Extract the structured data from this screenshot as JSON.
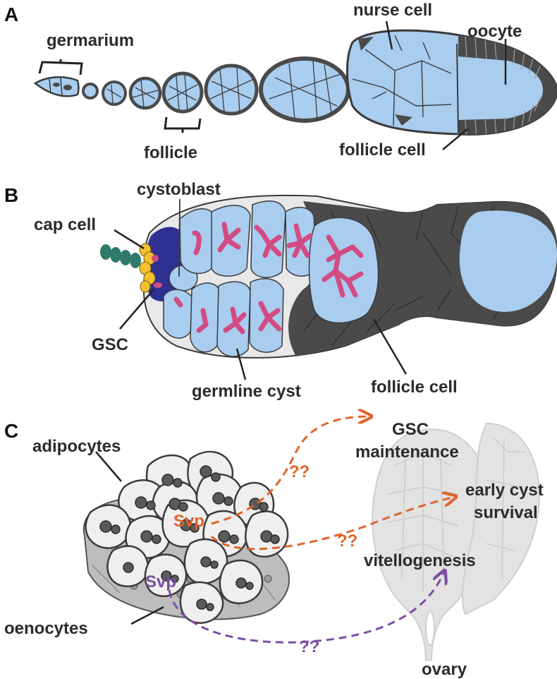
{
  "colors": {
    "cytoplasm": "#a9cdef",
    "follicle_dark": "#4a4a4a",
    "stem_dark_blue": "#2e3192",
    "cap_yellow": "#f2c12e",
    "terminal_filament": "#2e7a6b",
    "fusome_pink": "#d24b83",
    "adipocyte_fill": "#efefef",
    "oenocyte_fill": "#bdbdbd",
    "orange_arrow": "#e0642b",
    "purple_arrow": "#7b4ea3",
    "ovary_gray": "#d9d9d9"
  },
  "panels": {
    "a": {
      "letter": "A",
      "labels": {
        "germarium": "germarium",
        "nurse_cell": "nurse cell",
        "oocyte": "oocyte",
        "follicle": "follicle",
        "follicle_cell": "follicle cell"
      }
    },
    "b": {
      "letter": "B",
      "labels": {
        "cystoblast": "cystoblast",
        "cap_cell": "cap cell",
        "gsc": "GSC",
        "germline_cyst": "germline cyst",
        "follicle_cell": "follicle cell"
      }
    },
    "c": {
      "letter": "C",
      "labels": {
        "adipocytes": "adipocytes",
        "oenocytes": "oenocytes",
        "svp_fat": "Svp",
        "svp_oeno": "Svp",
        "gsc_maintenance_1": "GSC",
        "gsc_maintenance_2": "maintenance",
        "early_cyst_1": "early cyst",
        "early_cyst_2": "survival",
        "vitellogenesis": "vitellogenesis",
        "ovary": "ovary",
        "q1": "??",
        "q2": "??",
        "q3": "??"
      }
    }
  },
  "icons": [
    "bracket-icon",
    "dashed-arrow-icon"
  ]
}
